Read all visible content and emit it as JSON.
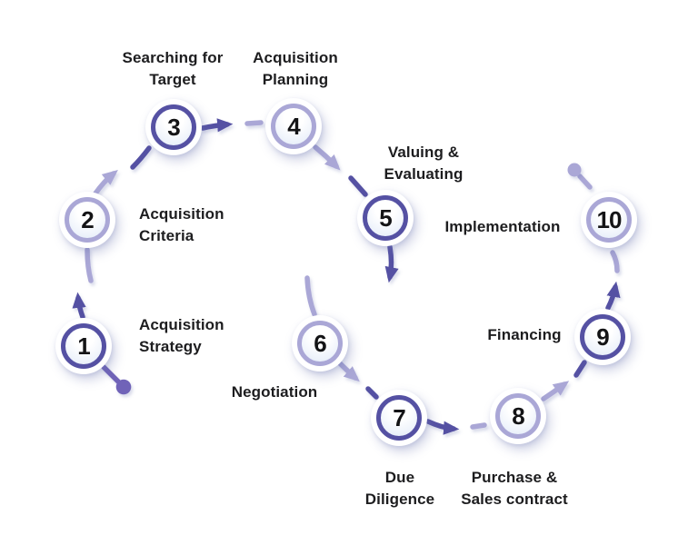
{
  "diagram": {
    "kind": "process-flow",
    "step_count": "10"
  },
  "colors": {
    "dark": "#5551a3",
    "light": "#aaa7d6",
    "medium": "#6f63b8",
    "text": "#1d1d1f",
    "background": "#ffffff"
  },
  "steps": [
    {
      "number": "1",
      "label": "Acquisition\nStrategy",
      "variant": "dark"
    },
    {
      "number": "2",
      "label": "Acquisition\nCriteria",
      "variant": "light"
    },
    {
      "number": "3",
      "label": "Searching for\nTarget",
      "variant": "dark"
    },
    {
      "number": "4",
      "label": "Acquisition\nPlanning",
      "variant": "light"
    },
    {
      "number": "5",
      "label": "Valuing &\nEvaluating",
      "variant": "dark"
    },
    {
      "number": "6",
      "label": "Negotiation",
      "variant": "light"
    },
    {
      "number": "7",
      "label": "Due\nDiligence",
      "variant": "dark"
    },
    {
      "number": "8",
      "label": "Purchase &\nSales contract",
      "variant": "light"
    },
    {
      "number": "9",
      "label": "Financing",
      "variant": "dark"
    },
    {
      "number": "10",
      "label": "Implementation",
      "variant": "light"
    }
  ]
}
